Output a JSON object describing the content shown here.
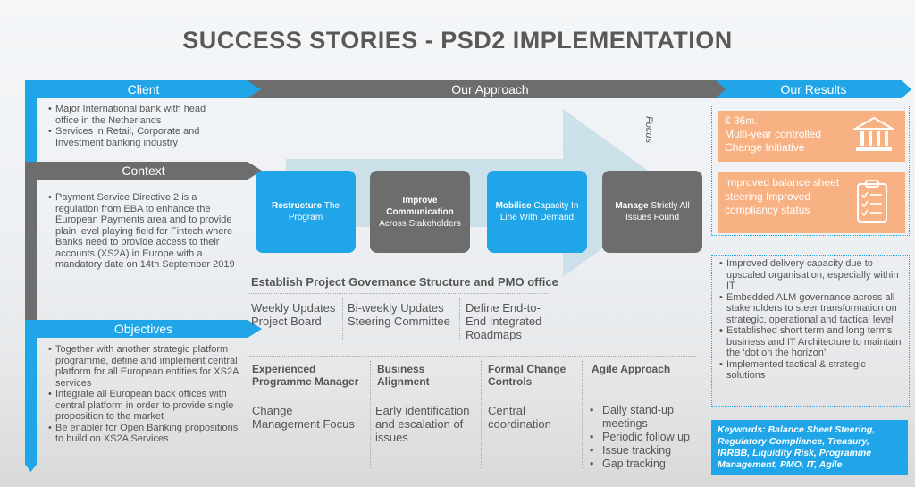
{
  "title": "SUCCESS STORIES  - PSD2 IMPLEMENTATION",
  "colors": {
    "blue": "#1fa5e8",
    "grey": "#6d6d6d",
    "orange": "#f7b183",
    "arrow": "#c6dde8"
  },
  "headers": {
    "client": "Client",
    "approach": "Our Approach",
    "results": "Our Results",
    "context": "Context",
    "objectives": "Objectives"
  },
  "client": {
    "bullets": [
      "Major International bank with head office in the Netherlands",
      "Services in Retail, Corporate and Investment banking industry"
    ]
  },
  "context": {
    "bullets": [
      "Payment Service Directive 2 is a regulation from EBA to enhance the European Payments area and to provide plain level playing field for Fintech where Banks need to provide access to their accounts (XS2A) in Europe with a mandatory date on 14th September 2019"
    ]
  },
  "objectives": {
    "bullets": [
      "Together with another strategic platform programme, define and implement central platform for all European entities for XS2A services",
      "Integrate all European back offices with central platform in order to provide single proposition to the market",
      "Be enabler for Open Banking propositions to build on XS2A Services"
    ]
  },
  "approach": {
    "focus_label": "Focus",
    "cards": [
      {
        "bold": "Restructure",
        "rest": " The Program"
      },
      {
        "bold": "Improve Communication",
        "rest": " Across Stakeholders"
      },
      {
        "bold": "Mobilise",
        "rest": " Capacity In Line With Demand"
      },
      {
        "bold": "Manage",
        "rest": " Strictly All Issues Found"
      }
    ],
    "governance_heading": "Establish Project Governance Structure and PMO office",
    "governance_items": [
      "Weekly Updates Project Board",
      "Bi-weekly Updates Steering Committee",
      "Define End-to-End Integrated Roadmaps"
    ],
    "columns": [
      {
        "heading": "Experienced Programme Manager",
        "body": "Change Management Focus"
      },
      {
        "heading": "Business Alignment",
        "body": "Early identification and escalation of issues"
      },
      {
        "heading": "Formal Change Controls",
        "body": "Central coordination"
      },
      {
        "heading": "Agile Approach",
        "bullets": [
          "Daily stand-up meetings",
          "Periodic follow up",
          "Issue tracking",
          "Gap tracking"
        ]
      }
    ]
  },
  "results": {
    "box1": {
      "line1": "€ 36m.",
      "line2": "Multi-year controlled Change Initiative",
      "icon": "bank-icon"
    },
    "box2": {
      "text": "Improved balance sheet steering Improved compliancy status",
      "icon": "checklist-icon"
    },
    "bullets": [
      "Improved delivery capacity due to upscaled organisation, especially within IT",
      "Embedded ALM governance across all stakeholders to steer transformation on strategic, operational and tactical level",
      "Established short term and long terms business and IT Architecture to maintain the ‘dot on the horizon’",
      "Implemented tactical & strategic solutions"
    ],
    "keywords": "Keywords:  Balance Sheet Steering, Regulatory Compliance, Treasury, IRRBB, Liquidity Risk, Programme Management, PMO, IT, Agile"
  }
}
